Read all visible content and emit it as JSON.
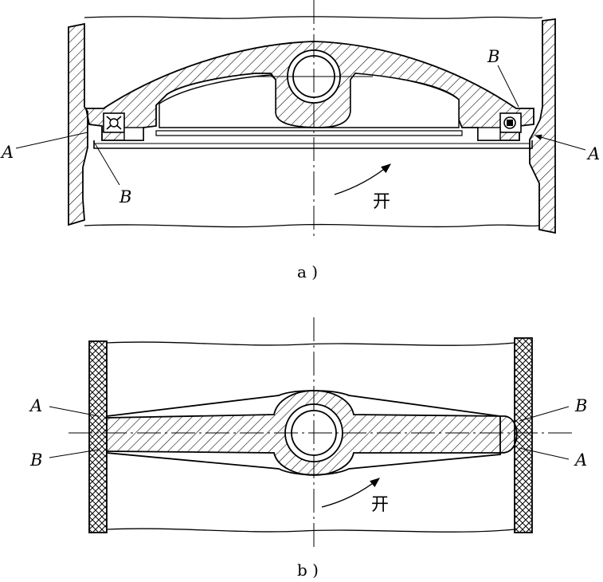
{
  "figure_a": {
    "caption": "a )",
    "direction_label": "开",
    "labels": {
      "a_left": "A",
      "b_left": "B",
      "b_top_right": "B",
      "a_right": "A"
    }
  },
  "figure_b": {
    "caption": "b )",
    "direction_label": "开",
    "labels": {
      "a_left": "A",
      "b_left": "B",
      "b_right": "B",
      "a_right": "A"
    }
  },
  "colors": {
    "ink": "#000000",
    "background": "#ffffff"
  }
}
